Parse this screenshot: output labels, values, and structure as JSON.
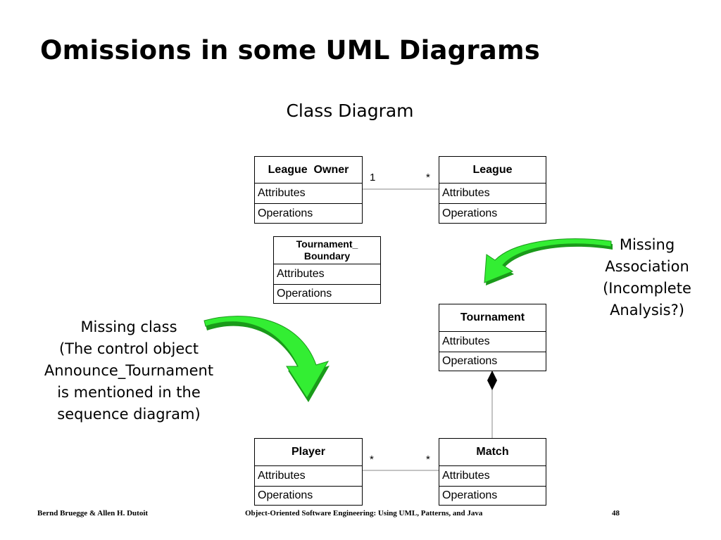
{
  "slide": {
    "title": "Omissions in some UML Diagrams",
    "subtitle": "Class Diagram"
  },
  "classes": {
    "league_owner": {
      "name": "League  Owner",
      "attributes": "Attributes",
      "operations": "Operations"
    },
    "league": {
      "name": "League",
      "attributes": "Attributes",
      "operations": "Operations"
    },
    "tournament_boundary": {
      "name_line1": "Tournament_",
      "name_line2": "Boundary",
      "attributes": "Attributes",
      "operations": "Operations"
    },
    "tournament": {
      "name": "Tournament",
      "attributes": "Attributes",
      "operations": "Operations"
    },
    "player": {
      "name": "Player",
      "attributes": "Attributes",
      "operations": "Operations"
    },
    "match": {
      "name": "Match",
      "attributes": "Attributes",
      "operations": "Operations"
    }
  },
  "associations": {
    "owner_league": {
      "left_multiplicity": "1",
      "right_multiplicity": "*"
    },
    "player_match": {
      "left_multiplicity": "*",
      "right_multiplicity": "*"
    }
  },
  "annotations": {
    "missing_association": [
      "Missing",
      "Association",
      "(Incomplete",
      "Analysis?)"
    ],
    "missing_class": [
      "Missing class",
      "(The control object",
      "Announce_Tournament",
      "is mentioned in the",
      "sequence diagram)"
    ]
  },
  "colors": {
    "arrow_fill": "#33ee33",
    "arrow_shade": "#1a9a1a"
  },
  "footer": {
    "authors": "Bernd Bruegge & Allen H. Dutoit",
    "book": "Object-Oriented Software Engineering: Using UML, Patterns, and Java",
    "page": "48"
  }
}
